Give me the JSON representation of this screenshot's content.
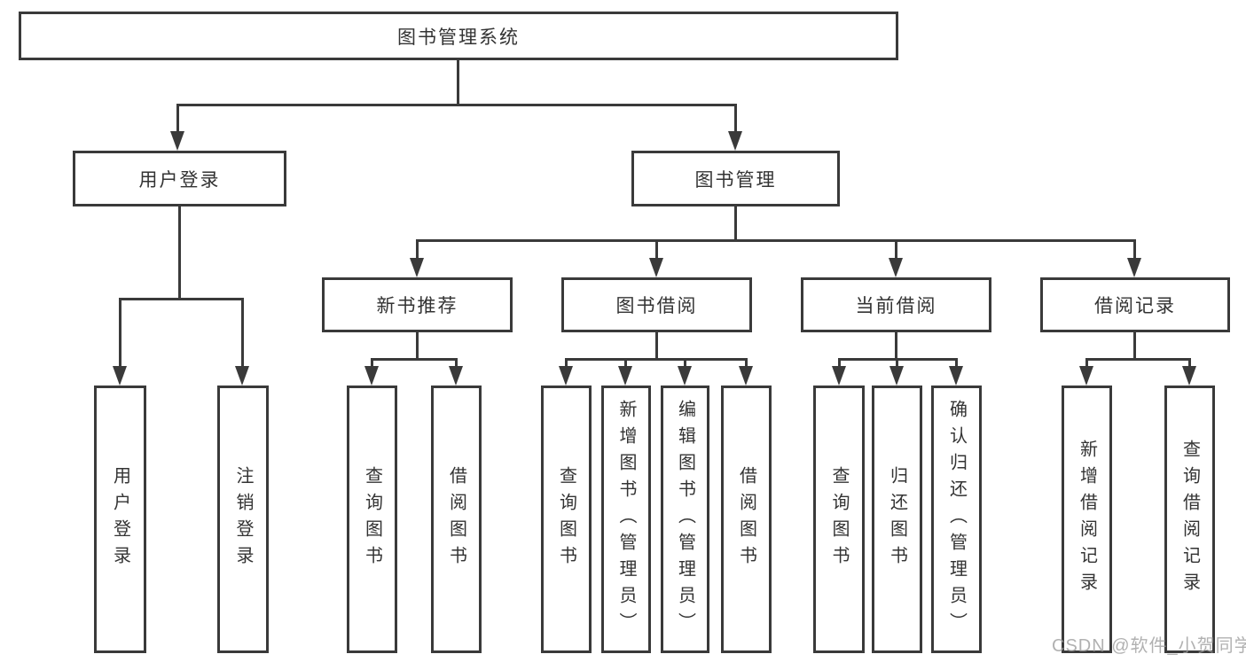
{
  "diagram": {
    "title": "图书管理系统",
    "branches": [
      {
        "label": "用户登录",
        "children": [
          {
            "label": "用户登录"
          },
          {
            "label": "注销登录"
          }
        ]
      },
      {
        "label": "图书管理",
        "children": [
          {
            "label": "新书推荐",
            "children": [
              {
                "label": "查询图书"
              },
              {
                "label": "借阅图书"
              }
            ]
          },
          {
            "label": "图书借阅",
            "children": [
              {
                "label": "查询图书"
              },
              {
                "label": "新增图书（管理员）"
              },
              {
                "label": "编辑图书（管理员）"
              },
              {
                "label": "借阅图书"
              }
            ]
          },
          {
            "label": "当前借阅",
            "children": [
              {
                "label": "查询图书"
              },
              {
                "label": "归还图书"
              },
              {
                "label": "确认归还（管理员）"
              }
            ]
          },
          {
            "label": "借阅记录",
            "children": [
              {
                "label": "新增借阅记录"
              },
              {
                "label": "查询借阅记录"
              }
            ]
          }
        ]
      }
    ]
  },
  "watermark": {
    "text": "CSDN @软件_小贺同学"
  },
  "colors": {
    "line": "#3a3a3a",
    "text": "#333333",
    "background": "#ffffff",
    "watermark": "#9e9e9e"
  }
}
